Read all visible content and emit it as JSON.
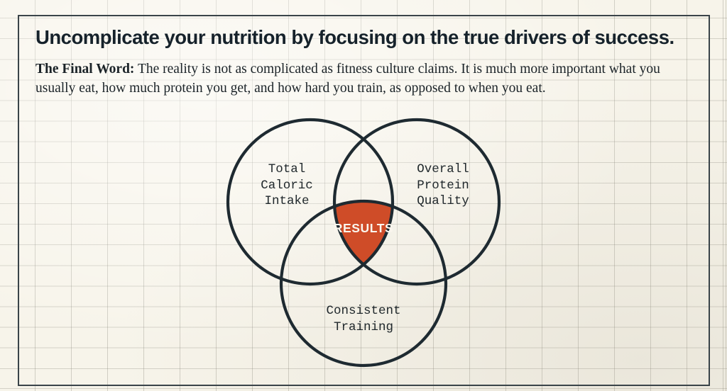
{
  "slide": {
    "headline": "Uncomplicate your nutrition by focusing on the true drivers of success.",
    "deck_lead": "The Final Word:",
    "deck_body": " The reality is not as complicated as fitness culture claims. It is much more important what you usually eat, how much protein you get, and how hard you train, as opposed to when you eat."
  },
  "diagram": {
    "type": "venn",
    "sets": [
      {
        "id": "caloric-intake",
        "label": "Total\nCaloric\nIntake",
        "position": "top-left"
      },
      {
        "id": "protein-quality",
        "label": "Overall\nProtein\nQuality",
        "position": "top-right"
      },
      {
        "id": "consistent-training",
        "label": "Consistent\nTraining",
        "position": "bottom-center"
      }
    ],
    "intersection_label": "RESULTS"
  },
  "colors": {
    "background": "#F7F4EA",
    "grid_line": "#7C7A6E",
    "frame": "#3A4449",
    "stroke": "#1E2A31",
    "accent": "#CF4C28",
    "heading_text": "#16222B",
    "body_text": "#1B2328",
    "intersection_text": "#FAF6EE"
  }
}
